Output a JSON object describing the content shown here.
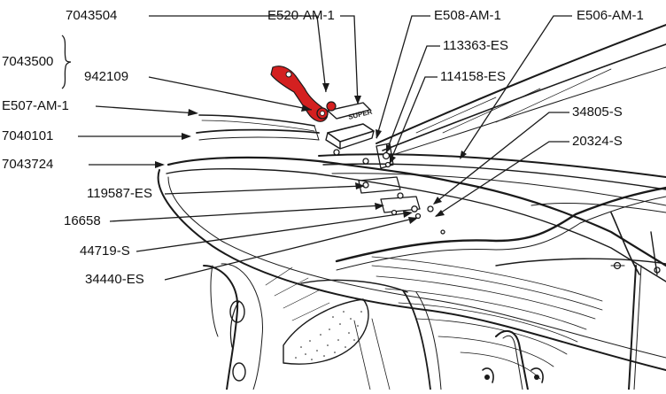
{
  "diagram": {
    "callouts": {
      "p7043504": "7043504",
      "p7043500": "7043500",
      "p942109": "942109",
      "pE507": "E507-AM-1",
      "p7040101": "7040101",
      "p7043724": "7043724",
      "pE520": "E520-AM-1",
      "pE508": "E508-AM-1",
      "pE506": "E506-AM-1",
      "p113363": "113363-ES",
      "p114158": "114158-ES",
      "p34805": "34805-S",
      "p20324": "20324-S",
      "p119587": "119587-ES",
      "p16658": "16658",
      "p44719": "44719-S",
      "p34440": "34440-ES"
    },
    "emblem_text": "SUPER",
    "colors": {
      "ink": "#1a1a1a",
      "highlight": "#d42020",
      "paper": "#ffffff"
    }
  }
}
